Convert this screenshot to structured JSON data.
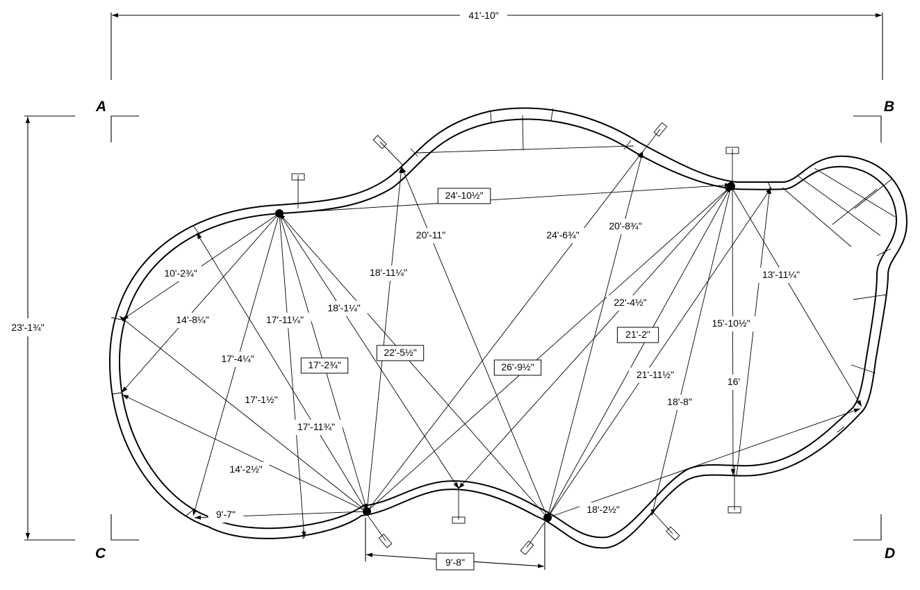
{
  "corners": {
    "a": "A",
    "b": "B",
    "c": "C",
    "d": "D"
  },
  "overall": {
    "width": "41'-10\"",
    "height": "23'-1¾\""
  },
  "bottom_dimension": "9'-8\"",
  "dimensions": [
    {
      "text": "24'-10½\"",
      "boxed": true
    },
    {
      "text": "20'-11\"",
      "boxed": false
    },
    {
      "text": "24'-6¾\"",
      "boxed": false
    },
    {
      "text": "20'-8¾\"",
      "boxed": false
    },
    {
      "text": "10'-2¾\"",
      "boxed": false
    },
    {
      "text": "14'-8¼\"",
      "boxed": false
    },
    {
      "text": "17'-11¼\"",
      "boxed": false
    },
    {
      "text": "18'-1¼\"",
      "boxed": false
    },
    {
      "text": "18'-11¼\"",
      "boxed": false
    },
    {
      "text": "17'-4¼\"",
      "boxed": false
    },
    {
      "text": "17'-2¾\"",
      "boxed": true
    },
    {
      "text": "22'-5½\"",
      "boxed": true
    },
    {
      "text": "26'-9½\"",
      "boxed": true
    },
    {
      "text": "22'-4½\"",
      "boxed": false
    },
    {
      "text": "21'-2\"",
      "boxed": true
    },
    {
      "text": "13'-11¼\"",
      "boxed": false
    },
    {
      "text": "15'-10½\"",
      "boxed": false
    },
    {
      "text": "16'",
      "boxed": false
    },
    {
      "text": "21'-11½\"",
      "boxed": false
    },
    {
      "text": "18'-8\"",
      "boxed": false
    },
    {
      "text": "17'-1½\"",
      "boxed": false
    },
    {
      "text": "17'-11¾\"",
      "boxed": false
    },
    {
      "text": "14'-2½\"",
      "boxed": false
    },
    {
      "text": "9'-7\"",
      "boxed": false
    },
    {
      "text": "18'-2½\"",
      "boxed": false
    }
  ]
}
